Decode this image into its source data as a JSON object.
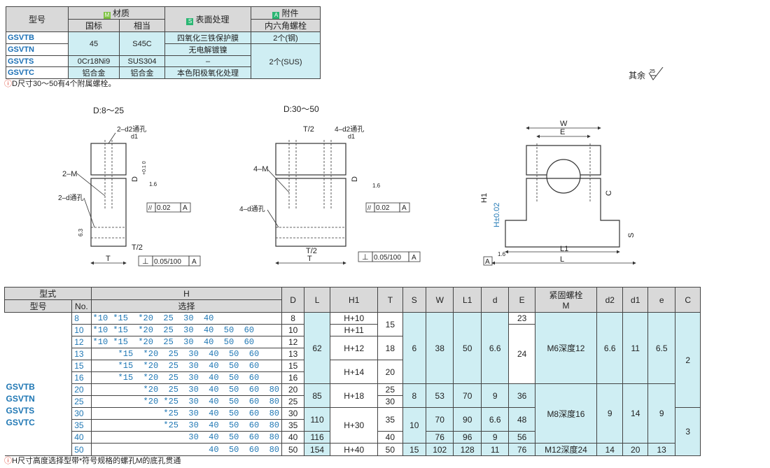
{
  "material_table": {
    "h_model": "型号",
    "h_material": "材质",
    "h_surface": "表面处理",
    "h_accessory": "附件",
    "h_accessory_sub": "内六角螺栓",
    "h_gb": "国标",
    "h_equiv": "相当",
    "badge_m": "M",
    "badge_s": "S",
    "badge_a": "A",
    "models": [
      "GSVTB",
      "GSVTN",
      "GSVTS",
      "GSVTC"
    ],
    "gb_1": "45",
    "equiv_1": "S45C",
    "gb_3": "0Cr18Ni9",
    "equiv_3": "SUS304",
    "gb_4": "铝合金",
    "equiv_4": "铝合金",
    "surf_1": "四氧化三铁保护膜",
    "surf_2": "无电解镀镍",
    "surf_3": "–",
    "surf_4": "本色阳极氧化处理",
    "acc_1": "2个(钢)",
    "acc_3": "2个(SUS)"
  },
  "note_top": "D尺寸30～50有4个附属螺栓。",
  "roughness_label": "其余",
  "roughness_value": "25",
  "drawings": {
    "d1_title": "D:8～25",
    "d2_title": "D:30～50",
    "lbl_2d2": "2–d2通孔",
    "lbl_4d2": "4–d2通孔",
    "lbl_d1e": "d1",
    "lbl_2M": "2–M",
    "lbl_4M": "4–M",
    "lbl_2d": "2–d通孔",
    "lbl_4d": "4–d通孔",
    "lbl_T2": "T/2",
    "lbl_T": "T",
    "lbl_D": "D",
    "lbl_tol": "+0.1 0",
    "lbl_16": "1.6",
    "lbl_63": "6.3",
    "lbl_par": "0.02",
    "lbl_A": "A",
    "lbl_perp": "0.05/100",
    "lbl_W": "W",
    "lbl_E": "E",
    "lbl_H1": "H1",
    "lbl_H": "H±0.02",
    "lbl_L1": "L1",
    "lbl_L": "L",
    "lbl_C": "C",
    "lbl_S": "S"
  },
  "main_table": {
    "h_type": "型式",
    "h_model": "型号",
    "h_no": "No.",
    "h_H": "H",
    "h_select": "选择",
    "h_D": "D",
    "h_L": "L",
    "h_H1": "H1",
    "h_T": "T",
    "h_S": "S",
    "h_W": "W",
    "h_L1": "L1",
    "h_d": "d",
    "h_E": "E",
    "h_M": "紧固螺栓",
    "h_M2": "M",
    "h_d2": "d2",
    "h_d1": "d1",
    "h_e": "e",
    "h_C": "C",
    "models": [
      "GSVTB",
      "GSVTN",
      "GSVTS",
      "GSVTC"
    ],
    "nos": [
      "8",
      "10",
      "12",
      "13",
      "15",
      "16",
      "20",
      "25",
      "30",
      "35",
      "40",
      "50"
    ],
    "h_selects": [
      "*10 *15  *20  25  30  40",
      "*10 *15  *20  25  30  40  50  60",
      "*10 *15  *20  25  30  40  50  60",
      "     *15  *20  25  30  40  50  60",
      "     *15  *20  25  30  40  50  60",
      "     *15  *20  25  30  40  50  60",
      "          *20  25  30  40  50  60  80",
      "          *20 *25  30  40  50  60  80",
      "              *25  30  40  50  60  80",
      "              *25  30  40  50  60  80",
      "                   30  40  50  60  80",
      "                       40  50  60  80"
    ],
    "D": [
      "8",
      "10",
      "12",
      "13",
      "15",
      "16",
      "20",
      "25",
      "30",
      "35",
      "40",
      "50"
    ],
    "L_62": "62",
    "L_85": "85",
    "L_110": "110",
    "L_116": "116",
    "L_154": "154",
    "H1_10": "H+10",
    "H1_11": "H+11",
    "H1_12": "H+12",
    "H1_14": "H+14",
    "H1_18": "H+18",
    "H1_30": "H+30",
    "H1_40": "H+40",
    "T_15": "15",
    "T_18": "18",
    "T_20": "20",
    "T_25": "25",
    "T_30": "30",
    "T_35": "35",
    "T_40": "40",
    "T_50": "50",
    "S_6": "6",
    "S_8": "8",
    "S_10": "10",
    "S_15": "15",
    "W_38": "38",
    "W_53": "53",
    "W_70": "70",
    "W_76": "76",
    "W_102": "102",
    "L1_50": "50",
    "L1_70": "70",
    "L1_90": "90",
    "L1_96": "96",
    "L1_128": "128",
    "d_66a": "6.6",
    "d_9a": "9",
    "d_66b": "6.6",
    "d_9b": "9",
    "d_11": "11",
    "E_23": "23",
    "E_24": "24",
    "E_36": "36",
    "E_48": "48",
    "E_56": "56",
    "E_76": "76",
    "M_12": "M6深度12",
    "M_16": "M8深度16",
    "M_24": "M12深度24",
    "d2_66": "6.6",
    "d2_9": "9",
    "d2_14": "14",
    "d1_11": "11",
    "d1_14": "14",
    "d1_20": "20",
    "e_65": "6.5",
    "e_9": "9",
    "e_13": "13",
    "C_2": "2",
    "C_3": "3"
  },
  "note_bottom": "H尺寸高度选择型带*符号规格的螺孔M的底孔贯通"
}
